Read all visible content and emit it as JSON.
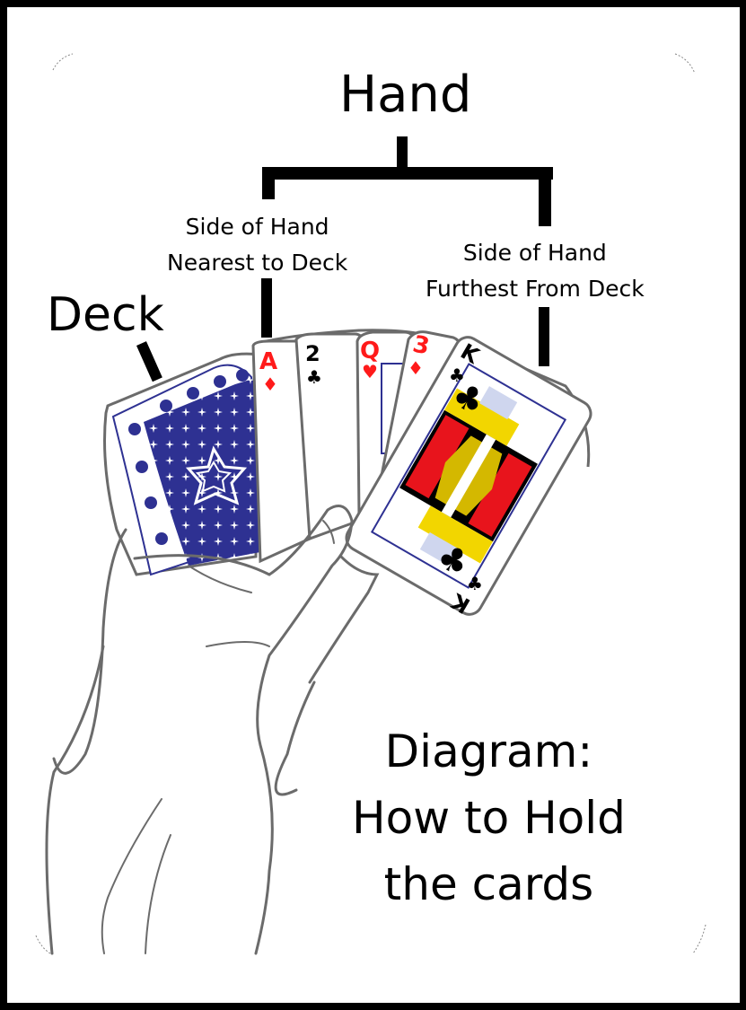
{
  "diagram": {
    "title": "Hand",
    "labels": {
      "deck": "Deck",
      "near_side": [
        "Side of Hand",
        "Nearest to Deck"
      ],
      "far_side": [
        "Side of Hand",
        "Furthest From Deck"
      ]
    },
    "caption": [
      "Diagram:",
      "How to Hold",
      "the cards"
    ],
    "cards": [
      {
        "rank": "A",
        "suit": "♦",
        "color": "#ff1a1a"
      },
      {
        "rank": "2",
        "suit": "♣",
        "color": "#000000"
      },
      {
        "rank": "Q",
        "suit": "♥",
        "color": "#ff1a1a"
      },
      {
        "rank": "3",
        "suit": "♦",
        "color": "#ff1a1a"
      },
      {
        "rank": "K",
        "suit": "♣",
        "color": "#000000"
      }
    ],
    "colors": {
      "frame": "#000000",
      "card_back_blue": "#2e3192",
      "outline_gray": "#6b6b6b",
      "face_red": "#e8141c",
      "face_yellow": "#f2d600"
    }
  }
}
